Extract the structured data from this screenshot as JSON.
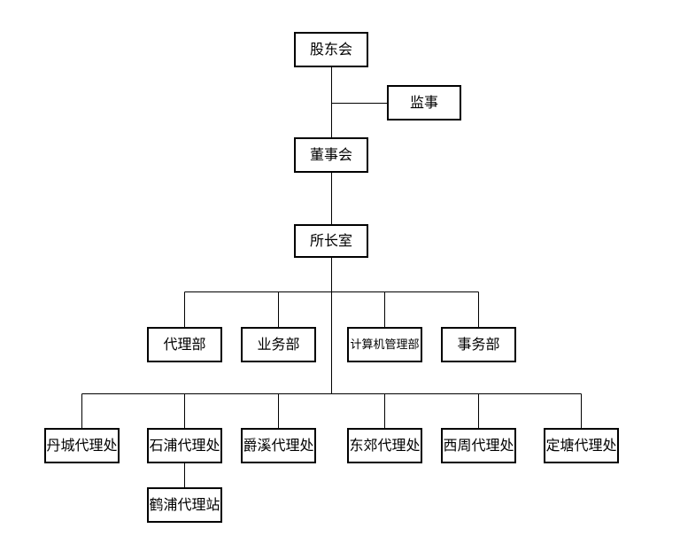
{
  "nodes": {
    "shareholders": "股东会",
    "supervisor": "监事",
    "board": "董事会",
    "director_office": "所长室",
    "agency_dept": "代理部",
    "business_dept": "业务部",
    "computer_dept": "计算机管理部",
    "affairs_dept": "事务部",
    "dancheng": "丹城代理处",
    "shipu": "石浦代理处",
    "juexi": "爵溪代理处",
    "dongjiao": "东郊代理处",
    "xizhou": "西周代理处",
    "dingtang": "定塘代理处",
    "hepu": "鹤浦代理站"
  }
}
